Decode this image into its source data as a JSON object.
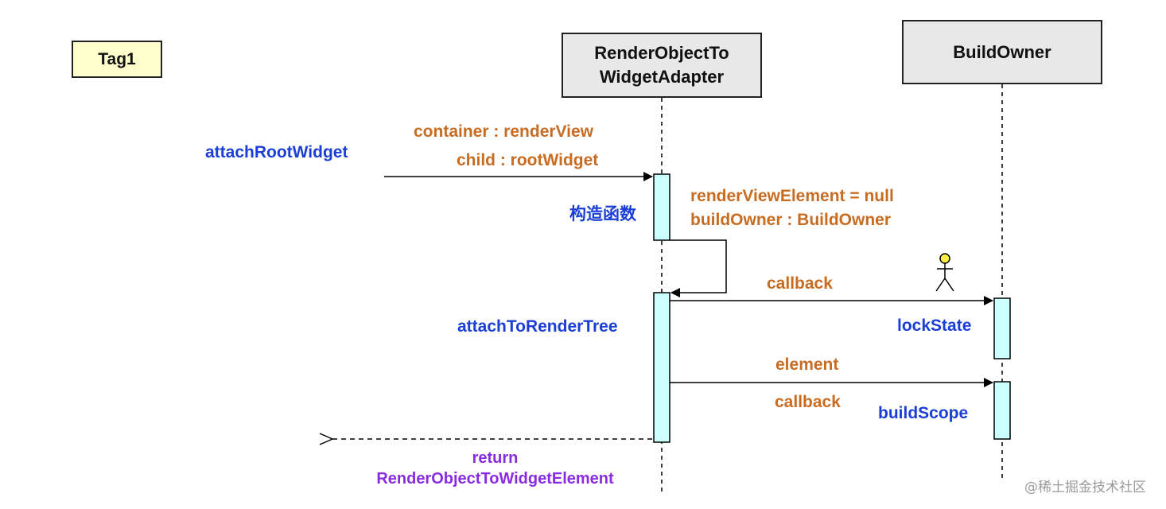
{
  "tag": "Tag1",
  "lifelines": {
    "adapter": {
      "line1": "RenderObjectTo",
      "line2": "WidgetAdapter"
    },
    "build_owner": {
      "label": "BuildOwner"
    }
  },
  "messages": {
    "attach_root": "attachRootWidget",
    "container": "container : renderView",
    "child": "child : rootWidget",
    "constructor": "构造函数",
    "render_view_element": "renderViewElement = null",
    "build_owner_field": "buildOwner : BuildOwner",
    "callback_1": "callback",
    "attach_to_render_tree": "attachToRenderTree",
    "lock_state": "lockState",
    "element": "element",
    "callback_2": "callback",
    "build_scope": "buildScope",
    "return_line1": "return",
    "return_line2": "RenderObjectToWidgetElement"
  },
  "colors": {
    "method": "#1b3fd6",
    "param": "#c86c22",
    "return": "#8a2be2",
    "activation": "#ccffff",
    "actor": "#ffee44"
  },
  "watermark": "@稀土掘金技术社区"
}
